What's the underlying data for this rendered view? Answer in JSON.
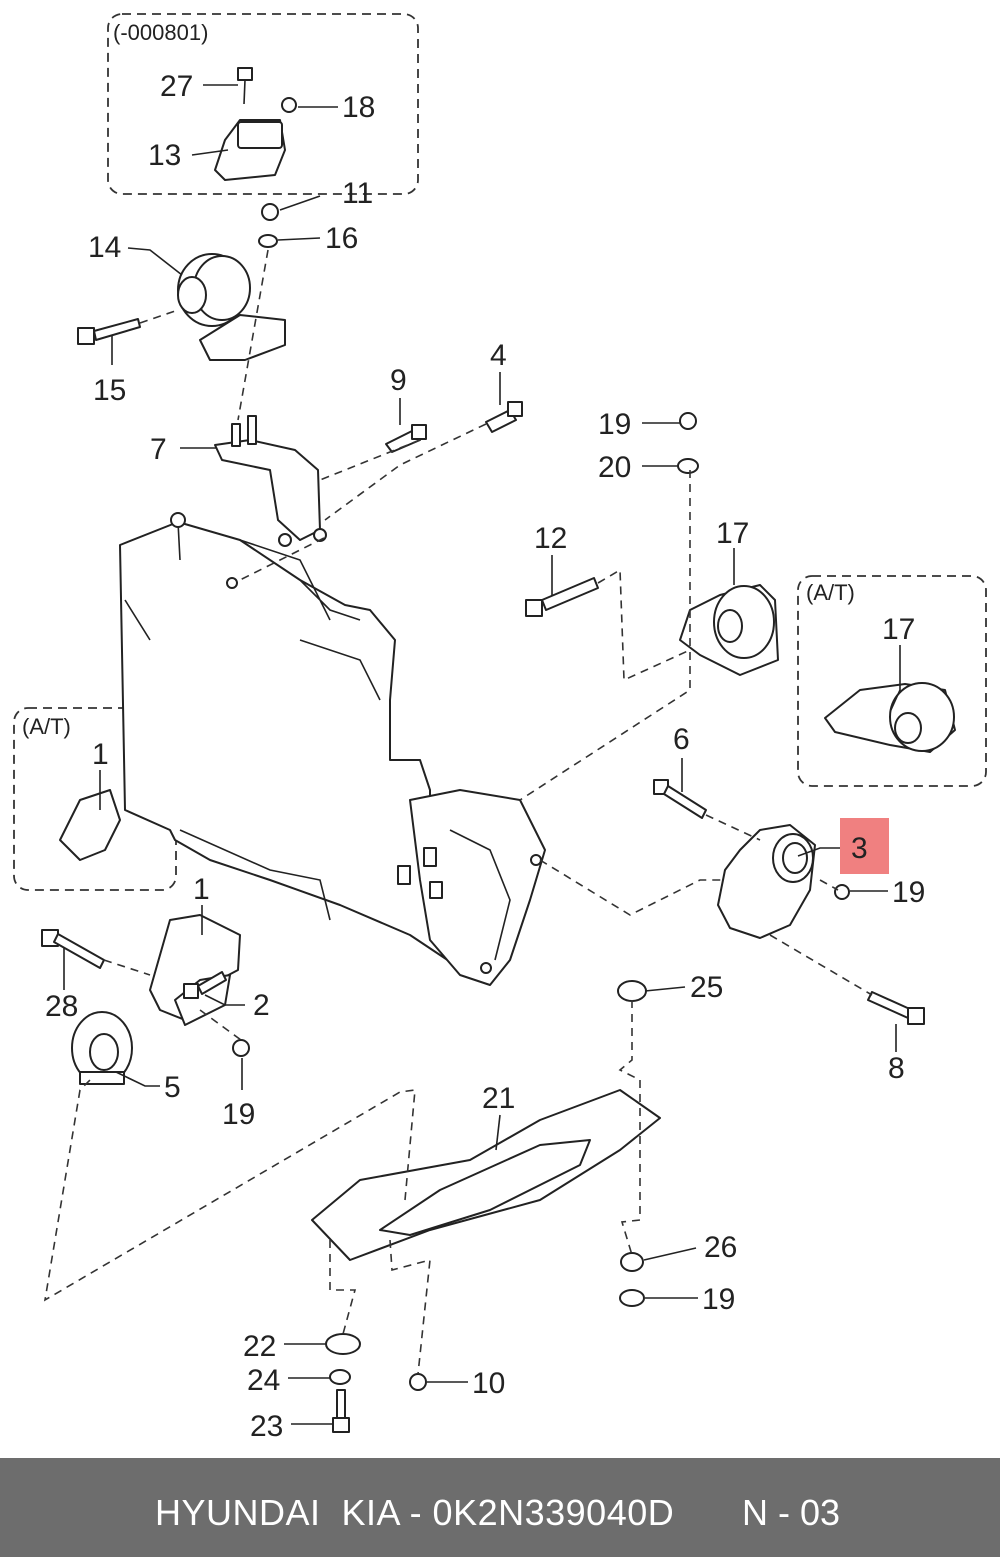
{
  "variant_boxes": {
    "top": "(-000801)",
    "right": "(A/T)",
    "left": "(A/T)"
  },
  "callouts": {
    "c27": "27",
    "c18": "18",
    "c13": "13",
    "c11": "11",
    "c16": "16",
    "c14": "14",
    "c15": "15",
    "c9": "9",
    "c4": "4",
    "c7": "7",
    "c19a": "19",
    "c20": "20",
    "c12": "12",
    "c17a": "17",
    "c17b": "17",
    "c6": "6",
    "c3": "3",
    "c19b": "19",
    "c1a": "1",
    "c1b": "1",
    "c2": "2",
    "c28": "28",
    "c5": "5",
    "c19c": "19",
    "c8": "8",
    "c25": "25",
    "c21": "21",
    "c26": "26",
    "c19d": "19",
    "c22": "22",
    "c24": "24",
    "c23": "23",
    "c10": "10"
  },
  "highlight_color": "#f08080",
  "footer": {
    "brand_part": "HYUNDAI  KIA - 0K2N339040D",
    "page": "N - 03"
  }
}
